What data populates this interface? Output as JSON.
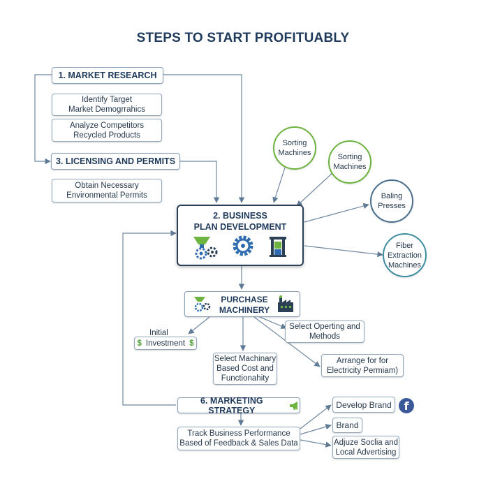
{
  "title": "STEPS TO START PROFITUABLY",
  "steps": {
    "market_research": {
      "label": "1. MARKET RESEARCH",
      "items": [
        "Identify Target Market Demogrrahics",
        "Analyze Competitors Recycled Products"
      ]
    },
    "licensing": {
      "label": "3. LICENSING AND PERMITS",
      "items": [
        "Obtain Necessary Environmental Permits"
      ]
    },
    "business_plan": {
      "label_line1": "2. BUSINESS",
      "label_line2": "PLAN DEVELOPMENT",
      "icons": [
        "funnel-gears-icon",
        "gear-icon",
        "press-machine-icon"
      ]
    },
    "purchase": {
      "label_line1": "PURCHASE",
      "label_line2": "MACHINERY",
      "icons": [
        "funnel-gears-icon",
        "factory-icon"
      ],
      "items": [
        {
          "line1": "Initial",
          "line2": "Investment",
          "symbol": "$"
        },
        {
          "line1": "Select Operting and",
          "line2": "Methods"
        },
        {
          "line1": "Select Machinary",
          "line2": "Based Cost and",
          "line3": "Functionahity"
        },
        {
          "line1": "Arrange for for",
          "line2": "Electricity Permiam)"
        }
      ]
    },
    "marketing": {
      "label": "6. MARKETING STRATEGY",
      "icon": "megaphone-icon",
      "items": [
        {
          "line1": "Track Business Performance",
          "line2": "Based of Feedback & Sales Data"
        },
        {
          "line1": "Develop Brand"
        },
        {
          "line1": "Brand"
        },
        {
          "line1": "Adjuze Soclia and",
          "line2": "Local Advertising"
        }
      ],
      "social_icon": "facebook-icon"
    }
  },
  "machines": [
    {
      "line1": "Sorting",
      "line2": "Machines",
      "color": "#6cb33f"
    },
    {
      "line1": "Sorting",
      "line2": "Machines",
      "color": "#6cb33f"
    },
    {
      "line1": "Baling",
      "line2": "Presses",
      "color": "#4a6f8e"
    },
    {
      "line1": "Fiber",
      "line2": "Extraction",
      "line3": "Machines",
      "color": "#3d8fa0"
    }
  ],
  "colors": {
    "heading": "#1f3a5a",
    "connector": "#5f7a95",
    "green_accent": "#6cb33f",
    "blue_accent": "#2f6db0"
  }
}
